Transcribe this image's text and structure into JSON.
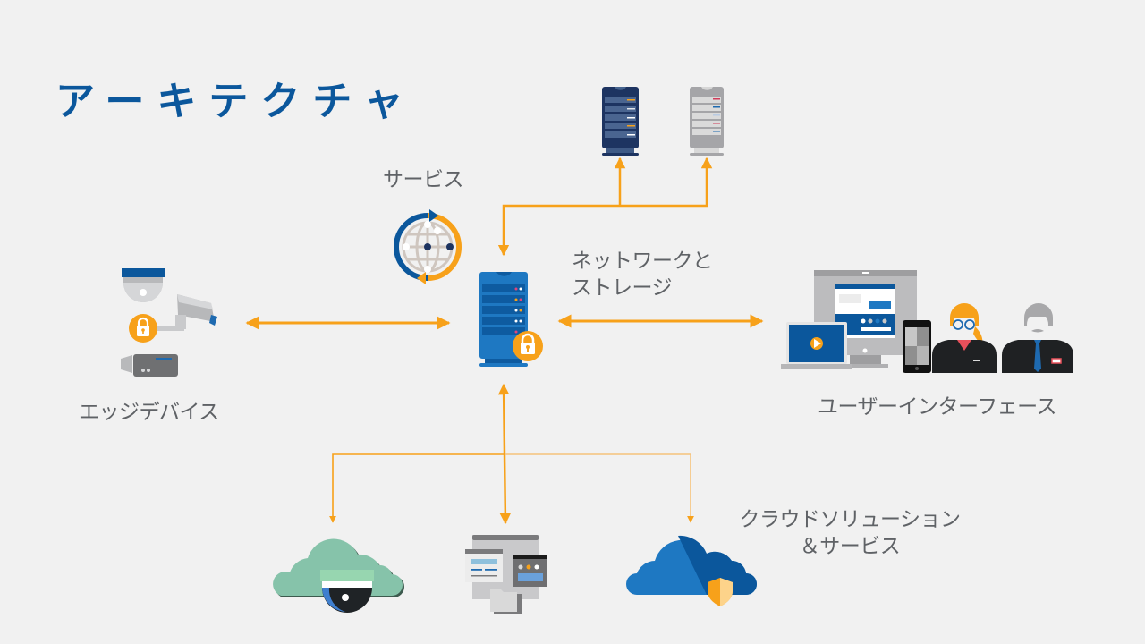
{
  "slide": {
    "title": "アーキテクチャ"
  },
  "labels": {
    "service": "サービス",
    "network_storage": [
      "ネットワークと",
      "ストレージ"
    ],
    "edge_devices": "エッジデバイス",
    "user_interface": "ユーザーインターフェース",
    "cloud_solutions": [
      "クラウドソリューション",
      "＆サービス"
    ]
  },
  "nodes": [
    {
      "id": "central-server",
      "icon": "secure-server-icon"
    },
    {
      "id": "service",
      "icon": "globe-sync-icon"
    },
    {
      "id": "storage-dark",
      "icon": "server-rack-dark-icon"
    },
    {
      "id": "storage-light",
      "icon": "server-rack-light-icon"
    },
    {
      "id": "edge-devices",
      "icon": "security-cameras-icon"
    },
    {
      "id": "user-interface",
      "icon": "devices-users-icon"
    },
    {
      "id": "cloud-camera",
      "icon": "cloud-camera-icon"
    },
    {
      "id": "cloud-apps",
      "icon": "app-windows-icon"
    },
    {
      "id": "cloud-secure",
      "icon": "secure-cloud-icon"
    }
  ],
  "connections": [
    {
      "from": "central-server",
      "to": "edge-devices",
      "direction": "both"
    },
    {
      "from": "central-server",
      "to": "user-interface",
      "direction": "both"
    },
    {
      "from": "storage-group",
      "to": "central-server",
      "direction": "both"
    },
    {
      "from": "central-server",
      "to": "cloud-group",
      "direction": "both"
    }
  ],
  "colors": {
    "title": "#0b579c",
    "text": "#5f6266",
    "arrow": "#f7a11a",
    "background": "#f1f1f1",
    "server_blue": "#1e78c2",
    "navy": "#1d3461",
    "lock_orange": "#f7a11a"
  }
}
